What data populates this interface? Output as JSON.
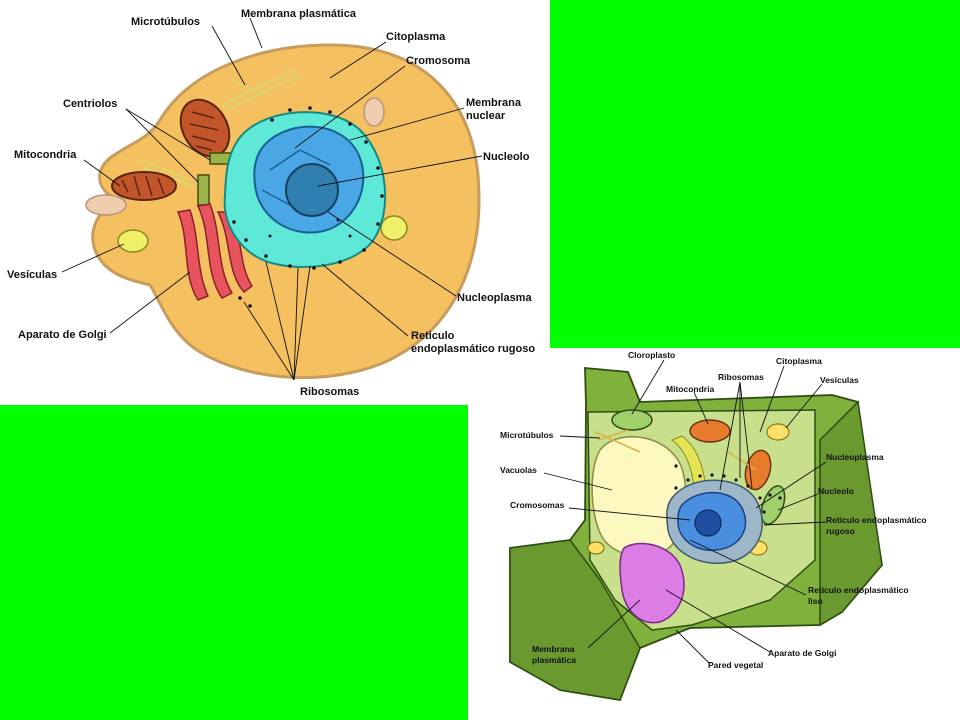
{
  "animal_cell": {
    "labels": {
      "microtubulos": "Microtúbulos",
      "membrana_plasmatica": "Membrana plasmática",
      "citoplasma": "Citoplasma",
      "cromosoma": "Cromosoma",
      "membrana_nuclear_1": "Membrana",
      "membrana_nuclear_2": "nuclear",
      "centriolos": "Centriolos",
      "nucleolo": "Nucleolo",
      "mitocondria": "Mitocondria",
      "vesiculas": "Vesículas",
      "nucleoplasma": "Nucleoplasma",
      "aparato_golgi": "Aparato de Golgi",
      "reticulo_1": "Reticulo",
      "reticulo_2": "endoplasmático rugoso",
      "ribosomas": "Ribosomas"
    }
  },
  "plant_cell": {
    "labels": {
      "cloroplasto": "Cloroplasto",
      "ribosomas": "Ribosomas",
      "citoplasma": "Citoplasma",
      "mitocondria": "Mitocondria",
      "vesiculas": "Vesículas",
      "microtubulos": "Microtúbulos",
      "nucleoplasma": "Nucleoplasma",
      "vacuolas": "Vacuolas",
      "nucleolo": "Nucleolo",
      "cromosomas": "Cromosomas",
      "rer_1": "Reticulo endoplasmático",
      "rer_2": "rugoso",
      "rel_1": "Reticulo endoplasmático",
      "rel_2": "liso",
      "membrana_1": "Membrana",
      "membrana_2": "plasmática",
      "aparato_golgi": "Aparato de Golgi",
      "pared_vegetal": "Pared vegetal"
    }
  },
  "colors": {
    "background_fill": "#00ff00"
  }
}
